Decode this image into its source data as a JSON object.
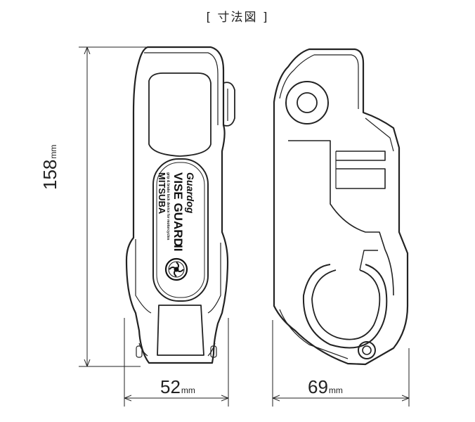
{
  "title": "[ 寸法図 ]",
  "dimensions": {
    "height": {
      "value": "158",
      "unit": "mm"
    },
    "width_front": {
      "value": "52",
      "unit": "mm"
    },
    "width_side": {
      "value": "69",
      "unit": "mm"
    }
  },
  "product_label": {
    "script": "Guardog",
    "name": "VISE GUARD",
    "roman": "II",
    "tagline": "grip & brake lock device for motorcycles",
    "maker": "MITSUBA"
  }
}
